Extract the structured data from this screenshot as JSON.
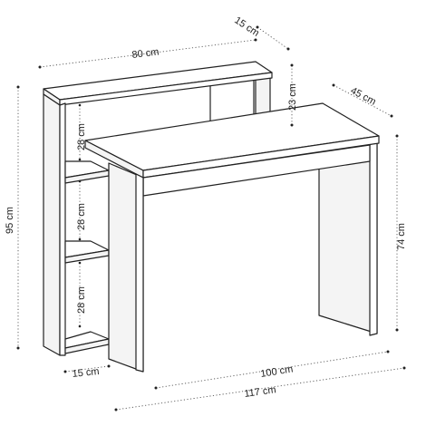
{
  "colors": {
    "top_face": "#ffffff",
    "front_face": "#ffffff",
    "side_face": "#f4f4f4",
    "shelf_face": "#ffffff",
    "line": "#222222"
  },
  "dimensions": {
    "top_width": "80 cm",
    "top_depth": "15 cm",
    "hutch_height": "23 cm",
    "desk_depth": "45 cm",
    "total_height": "95 cm",
    "shelf_gap_1": "28 cm",
    "shelf_gap_2": "28 cm",
    "shelf_gap_3": "28 cm",
    "desk_height": "74 cm",
    "shelf_unit_depth": "15 cm",
    "desk_width": "100 cm",
    "total_width": "117 cm"
  }
}
